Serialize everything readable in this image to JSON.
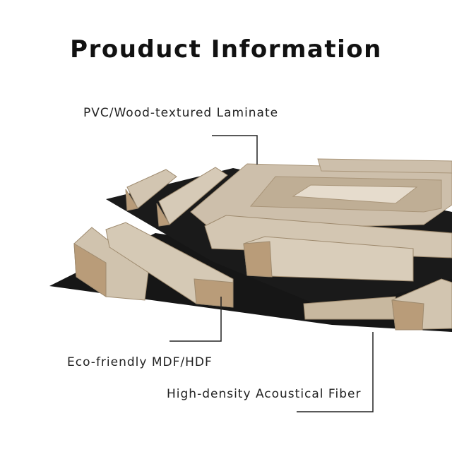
{
  "title": "Prouduct Information",
  "labels": {
    "laminate": "PVC/Wood-textured Laminate",
    "mdf": "Eco-friendly MDF/HDF",
    "fiber": "High-density Acoustical Fiber"
  },
  "colors": {
    "wood_face": "#cfc2ae",
    "wood_end": "#b99c79",
    "fiber_board": "#141414"
  }
}
